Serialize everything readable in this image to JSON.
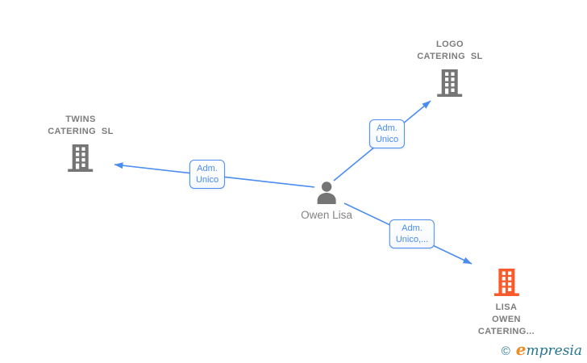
{
  "colors": {
    "edge_blue": "#4a8cf0",
    "node_gray": "#757575",
    "label_gray": "#7c7c7c",
    "highlight_orange": "#f95b2b",
    "brand_teal": "#27758f",
    "brand_orange": "#ef8b20"
  },
  "nodes": {
    "twins": {
      "label": "TWINS\nCATERING  SL",
      "type": "company"
    },
    "logo": {
      "label": "LOGO\nCATERING  SL",
      "type": "company"
    },
    "owner": {
      "label": "Owen Lisa",
      "type": "person"
    },
    "lisa": {
      "label": "LISA\nOWEN\nCATERING...",
      "type": "company"
    }
  },
  "edges": {
    "to_twins": {
      "label": "Adm.\nUnico"
    },
    "to_logo": {
      "label": "Adm.\nUnico"
    },
    "to_lisa": {
      "label": "Adm.\nUnico,..."
    }
  },
  "footer": {
    "copyright_symbol": "©",
    "brand_initial": "e",
    "brand_rest": "mpresia"
  }
}
